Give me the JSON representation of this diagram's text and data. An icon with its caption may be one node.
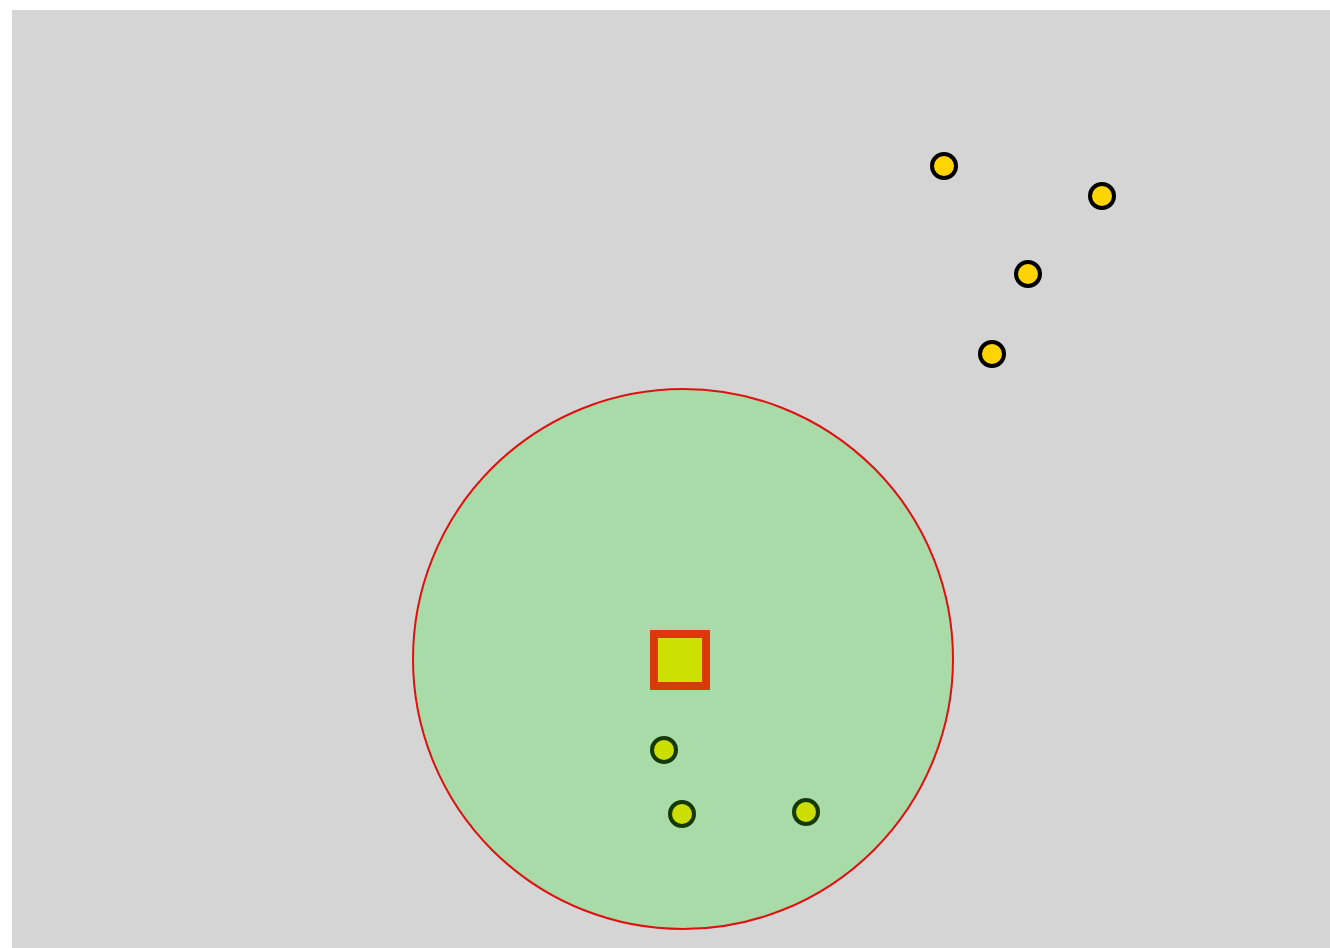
{
  "diagram": {
    "nodes": [
      {
        "text": [],
        "shape": "circle"
      },
      {
        "text": [],
        "shape": "circle"
      },
      {
        "text": [],
        "shape": "circle"
      },
      {
        "text": [],
        "shape": "circle"
      },
      {
        "text": [],
        "shape": "circle"
      },
      {
        "text": [],
        "shape": "box",
        "in": 4
      },
      {
        "text": [],
        "shape": "circle",
        "in": 4
      },
      {
        "text": [],
        "shape": "circle",
        "in": 4
      },
      {
        "text": [],
        "shape": "circle",
        "in": 4
      }
    ]
  }
}
